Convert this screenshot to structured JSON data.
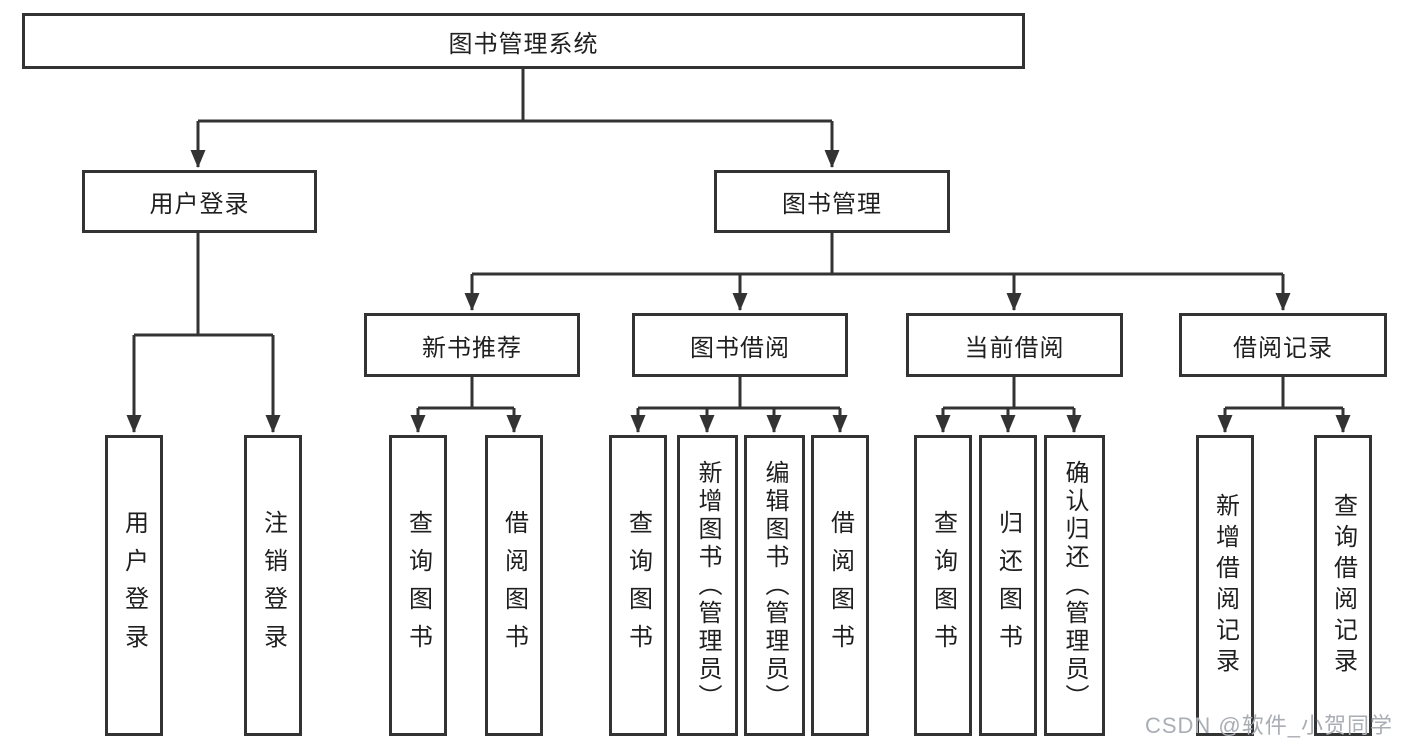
{
  "diagram": {
    "title_note": "library management system function structure diagram",
    "colors": {
      "background": "#ffffff",
      "line": "#333333",
      "text": "#1f1f1f",
      "watermark_text": "#a9aeb4"
    },
    "nodes": {
      "root": "图书管理系统",
      "user_login": "用户登录",
      "book_mgmt": "图书管理",
      "new_book_rec": "新书推荐",
      "book_borrow": "图书借阅",
      "current_borrow": "当前借阅",
      "borrow_records": "借阅记录",
      "leaf_user_login": "用户登录",
      "leaf_logout": "注销登录",
      "leaf_query_book_a": "查询图书",
      "leaf_borrow_book_a": "借阅图书",
      "leaf_query_book_b": "查询图书",
      "leaf_add_book": "新增图书（管理员）",
      "leaf_edit_book": "编辑图书（管理员）",
      "leaf_borrow_book_b": "借阅图书",
      "leaf_query_book_c": "查询图书",
      "leaf_return_book": "归还图书",
      "leaf_confirm_return": "确认归还（管理员）",
      "leaf_add_borrow_record": "新增借阅记录",
      "leaf_query_borrow_record": "查询借阅记录"
    },
    "hierarchy": {
      "图书管理系统": {
        "用户登录": [
          "用户登录",
          "注销登录"
        ],
        "图书管理": {
          "新书推荐": [
            "查询图书",
            "借阅图书"
          ],
          "图书借阅": [
            "查询图书",
            "新增图书（管理员）",
            "编辑图书（管理员）",
            "借阅图书"
          ],
          "当前借阅": [
            "查询图书",
            "归还图书",
            "确认归还（管理员）"
          ],
          "借阅记录": [
            "新增借阅记录",
            "查询借阅记录"
          ]
        }
      }
    }
  },
  "watermark": "CSDN @软件_小贺同学"
}
